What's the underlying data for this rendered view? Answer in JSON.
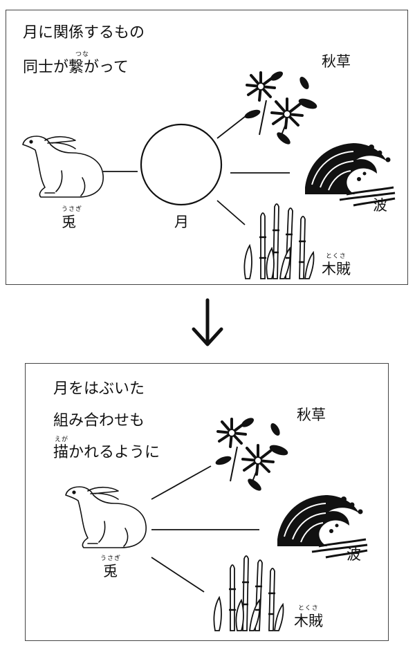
{
  "top_panel": {
    "heading_line1": "月に関係するもの",
    "heading_line2_a": "同士が",
    "heading_line2_kanji": "繋",
    "heading_line2_b": "がって",
    "heading_ruby": "つな",
    "moon_label": "月",
    "rabbit_label": "兎",
    "rabbit_ruby": "うさぎ",
    "flower_label": "秋草",
    "wave_label": "波",
    "reed_label": "木賊",
    "reed_ruby": "とくさ"
  },
  "bottom_panel": {
    "heading_line1": "月をはぶいた",
    "heading_line2": "組み合わせも",
    "heading_line3_kanji": "描",
    "heading_line3_rest": "かれるように",
    "heading_ruby": "えが",
    "rabbit_label": "兎",
    "rabbit_ruby": "うさぎ",
    "flower_label": "秋草",
    "wave_label": "波",
    "reed_label": "木賊",
    "reed_ruby": "とくさ"
  },
  "arrow_icon": "down-arrow-icon"
}
